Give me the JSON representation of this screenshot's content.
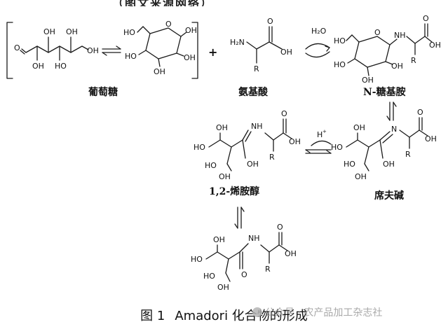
{
  "header": {
    "cut_title": "（图文来源网络）"
  },
  "compounds": {
    "glucose": "葡萄糖",
    "amino_acid": "氨基酸",
    "n_glycosylamine": "N-糖基胺",
    "schiff_base": "席夫碱",
    "enaminol": "1,2-烯胺醇"
  },
  "atoms": {
    "oh": "OH",
    "ho": "HO",
    "o": "O",
    "nh": "NH",
    "n": "N",
    "h2n": "H₂N",
    "r": "R",
    "plus": "+",
    "water": "H₂O",
    "proton": "H",
    "proton_charge": "+"
  },
  "caption": {
    "number": "图 1",
    "text": "Amadori 化合物的形成"
  },
  "watermark": {
    "text": "公众号 · 农产品加工杂志社"
  }
}
